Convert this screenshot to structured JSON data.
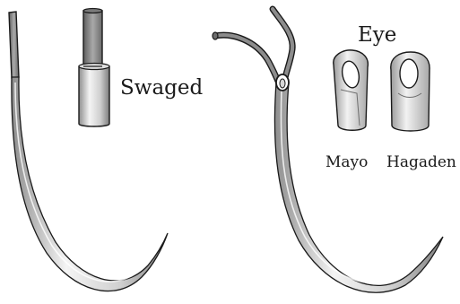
{
  "labels": {
    "swaged": "Swaged",
    "eye": "Eye",
    "mayo": "Mayo",
    "hagaden": "Hagaden"
  },
  "colors": {
    "outline": "#1a1a1a",
    "thread_fill": "#8a8a8a",
    "metal_light": "#f4f4f4",
    "metal_mid": "#c9c9c9",
    "metal_dark": "#8e8e8e"
  }
}
